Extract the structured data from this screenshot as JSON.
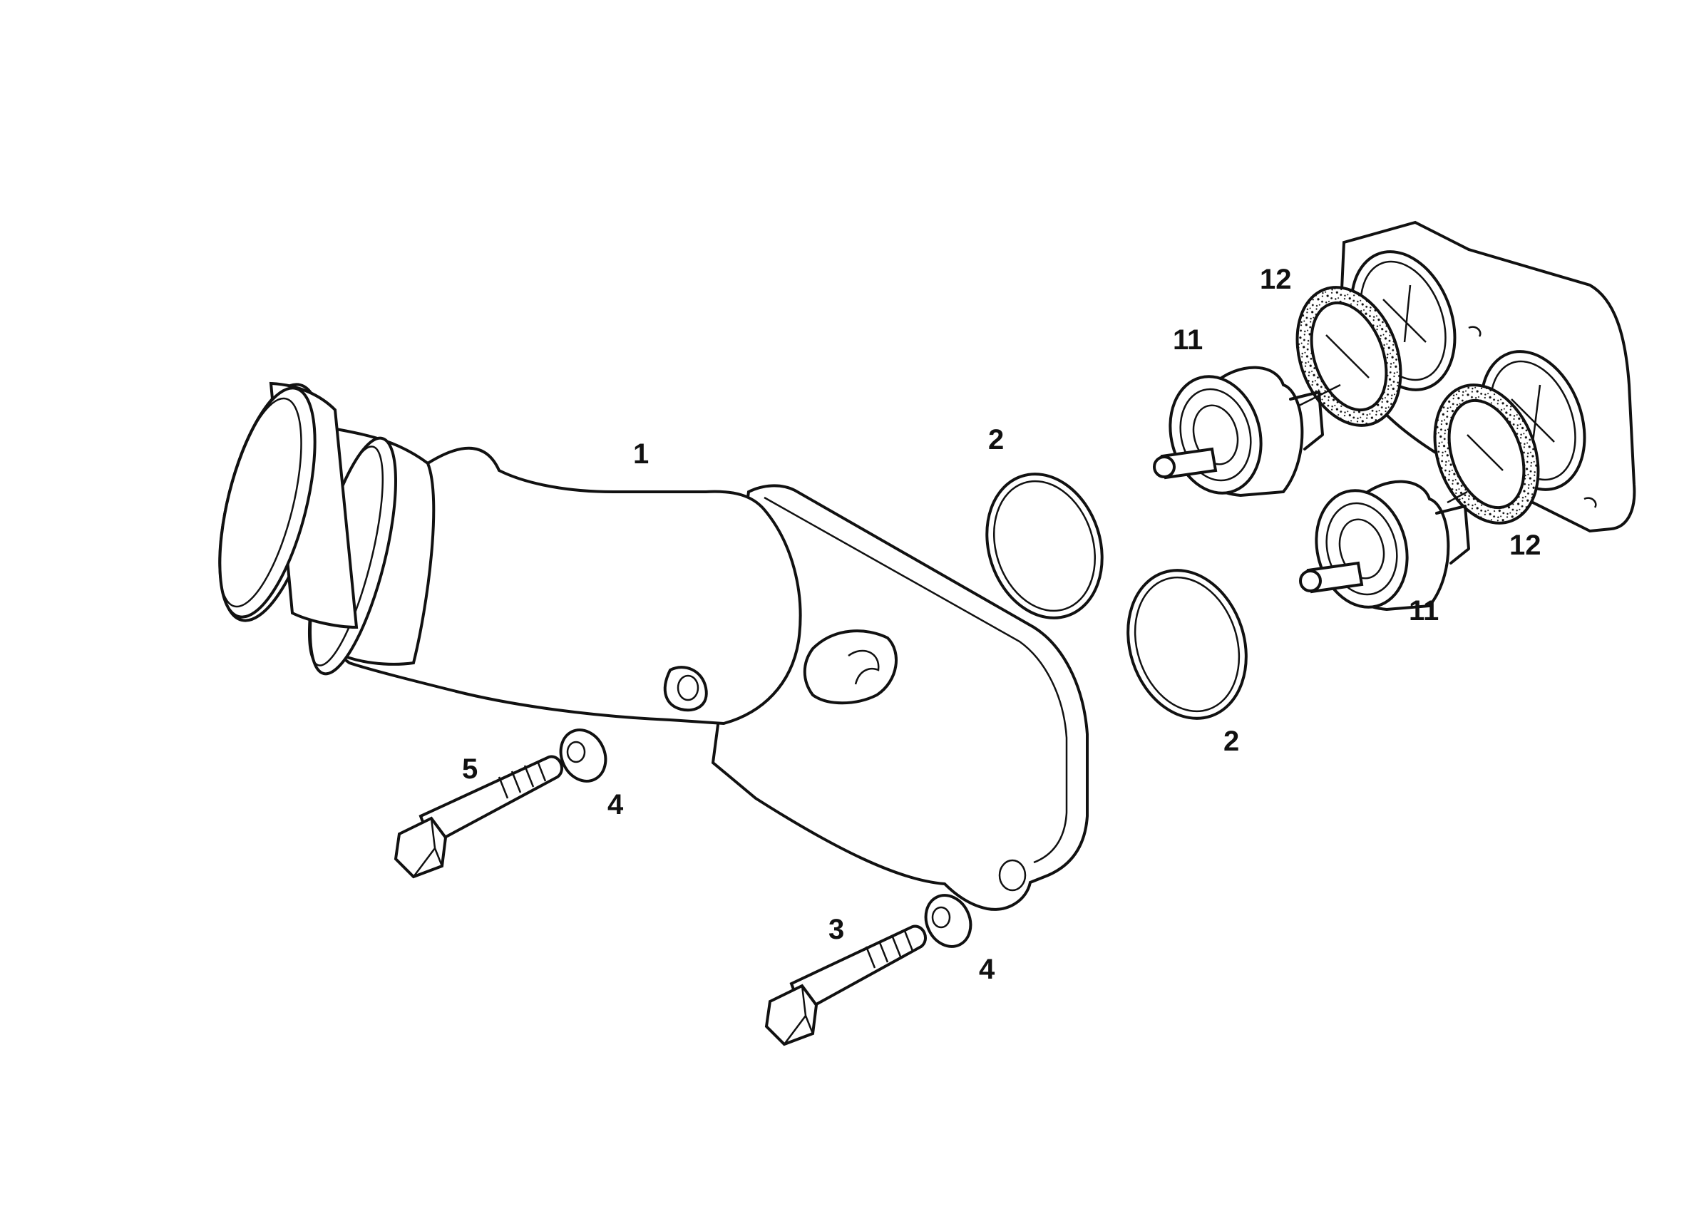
{
  "callouts": {
    "part_1": "1",
    "part_2_upper": "2",
    "part_2_lower": "2",
    "part_3": "3",
    "part_4_upper": "4",
    "part_4_lower": "4",
    "part_5": "5",
    "part_11_upper": "11",
    "part_11_lower": "11",
    "part_12_upper": "12",
    "part_12_lower": "12"
  }
}
